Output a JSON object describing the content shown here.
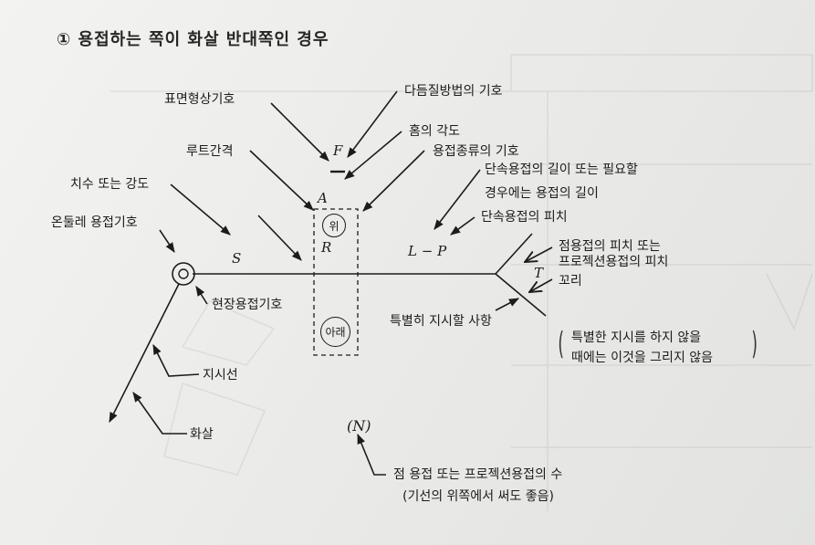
{
  "title": "① 용접하는 쪽이 화살 반대쪽인 경우",
  "labels": {
    "surface_shape": "표면형상기호",
    "finishing_method": "다듬질방법의 기호",
    "groove_angle": "홈의 각도",
    "root_gap": "루트간격",
    "weld_type": "용접종류의 기호",
    "intermittent_length_1": "단속용접의 길이 또는 필요할",
    "intermittent_length_2": "경우에는 용접의 길이",
    "intermittent_pitch": "단속용접의 피치",
    "dimension_strength": "치수 또는 강도",
    "all_around": "온둘레 용접기호",
    "spot_pitch_1": "점용접의 피치 또는",
    "spot_pitch_2": "프로젝션용접의 피치",
    "tail": "꼬리",
    "field_weld": "현장용접기호",
    "special_instruction": "특별히 지시할 사항",
    "no_special_1": "특별한 지시를 하지 않을",
    "no_special_2": "때에는 이것을 그리지 않음",
    "leader_line": "지시선",
    "arrow": "화살",
    "spot_count_1": "점 용접 또는 프로젝션용접의 수",
    "spot_count_2": "(기선의 위쪽에서 써도 좋음)"
  },
  "symbols": {
    "finish": "F",
    "groove": "A",
    "root": "R",
    "size": "S",
    "length_pitch": "L − P",
    "tail_text": "T",
    "count": "(N)",
    "upper": "위",
    "lower": "아래"
  }
}
